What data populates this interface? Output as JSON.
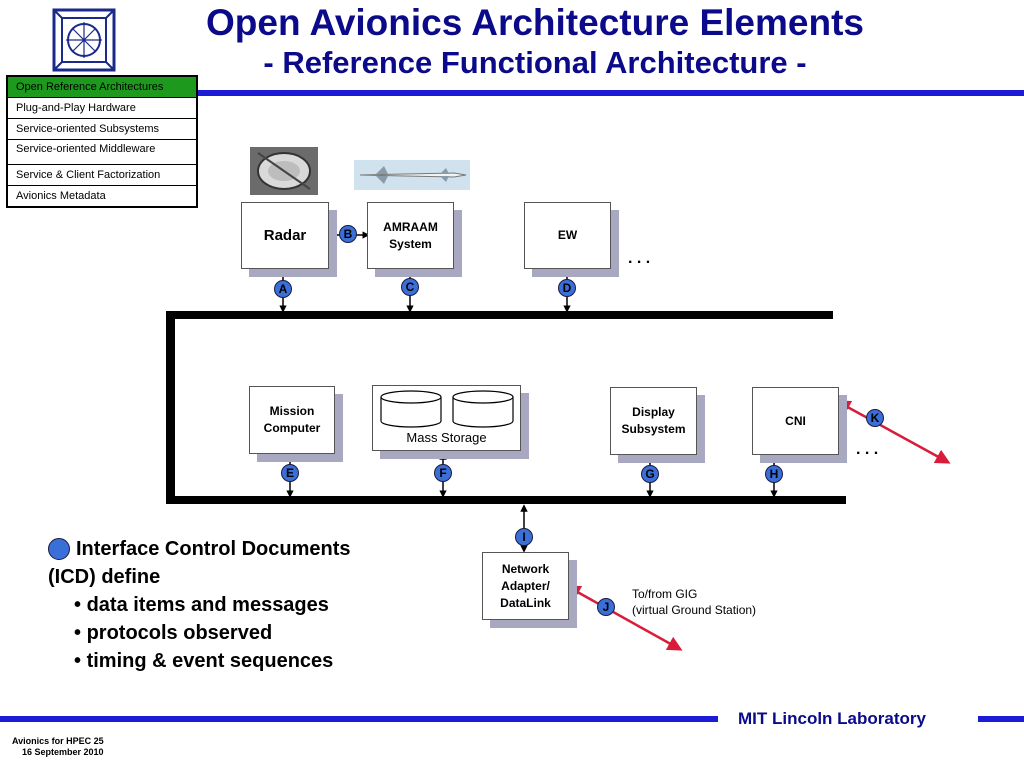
{
  "title": "Open Avionics Architecture Elements",
  "subtitle": "- Reference Functional Architecture -",
  "nav": {
    "items": [
      "Open Reference Architectures",
      "Plug-and-Play Hardware",
      "Service-oriented Subsystems",
      "Service-oriented Middleware",
      "Service & Client Factorization",
      "Avionics Metadata"
    ]
  },
  "boxes": {
    "radar": "Radar",
    "amraam_line1": "AMRAAM",
    "amraam_line2": "System",
    "ew": "EW",
    "mission_line1": "Mission",
    "mission_line2": "Computer",
    "mass_storage": "Mass Storage",
    "display_line1": "Display",
    "display_line2": "Subsystem",
    "cni": "CNI",
    "network_line1": "Network",
    "network_line2": "Adapter/",
    "network_line3": "DataLink"
  },
  "interfaces": [
    "A",
    "B",
    "C",
    "D",
    "E",
    "F",
    "G",
    "H",
    "I",
    "J",
    "K"
  ],
  "ellipsis": ". . .",
  "gig": {
    "line1": "To/from GIG",
    "line2": "(virtual Ground Station)"
  },
  "icd": {
    "line1": "Interface Control Documents",
    "line2": "(ICD) define",
    "bullets": [
      "data items and messages",
      "protocols observed",
      "timing & event sequences"
    ]
  },
  "footer": {
    "left_line1": "Avionics for HPEC  25",
    "left_line2": "16 September 2010",
    "right": "MIT Lincoln Laboratory"
  },
  "colors": {
    "title": "#0a0a8a",
    "accent_blue": "#1c1cd8",
    "nav_active": "#1d9a1d",
    "interface_circle": "#3a6fd8",
    "red_link": "#d81c3a"
  }
}
